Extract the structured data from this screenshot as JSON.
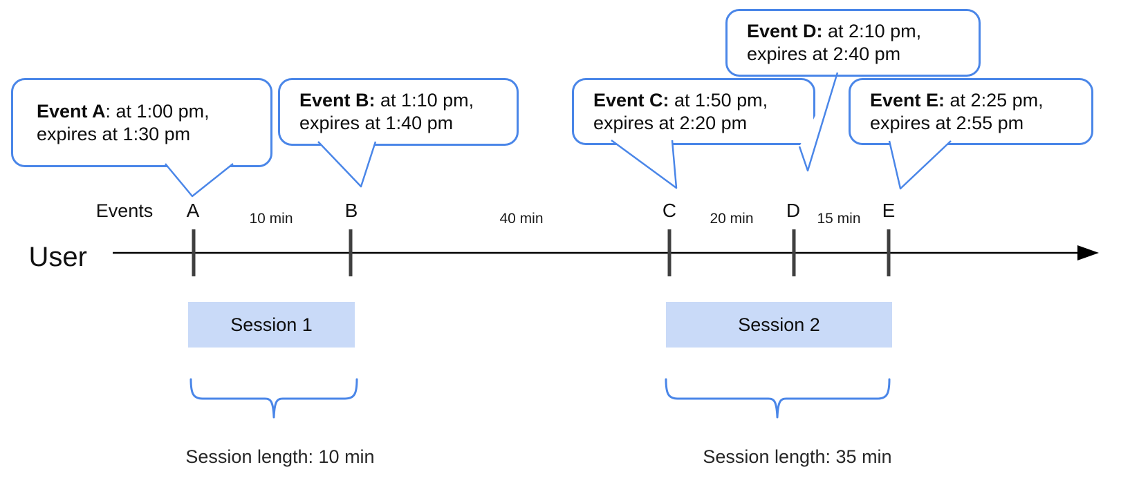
{
  "callouts": [
    {
      "letter": "A",
      "bold": "Event A",
      "rest": ": at 1:00 pm,",
      "line2": "expires at 1:30 pm"
    },
    {
      "letter": "B",
      "bold": "Event B:",
      "rest": " at 1:10 pm,",
      "line2": "expires at 1:40 pm"
    },
    {
      "letter": "C",
      "bold": "Event C:",
      "rest": " at 1:50 pm,",
      "line2": "expires at 2:20 pm"
    },
    {
      "letter": "D",
      "bold": "Event D:",
      "rest": " at 2:10 pm,",
      "line2": "expires at 2:40 pm"
    },
    {
      "letter": "E",
      "bold": "Event E:",
      "rest": " at 2:25 pm,",
      "line2": "expires at 2:55 pm"
    }
  ],
  "timeline": {
    "row_label": "Events",
    "user_label": "User",
    "event_labels": [
      "A",
      "B",
      "C",
      "D",
      "E"
    ],
    "gap_labels": [
      "10 min",
      "40 min",
      "20 min",
      "15 min"
    ]
  },
  "sessions": [
    {
      "label": "Session 1",
      "length": "Session length: 10 min"
    },
    {
      "label": "Session 2",
      "length": "Session length: 35 min"
    }
  ],
  "colors": {
    "callout_border": "#4a86e8",
    "brace": "#4a86e8",
    "session_fill": "#c9daf8",
    "tick": "#3f3f3f",
    "axis": "#000000"
  }
}
